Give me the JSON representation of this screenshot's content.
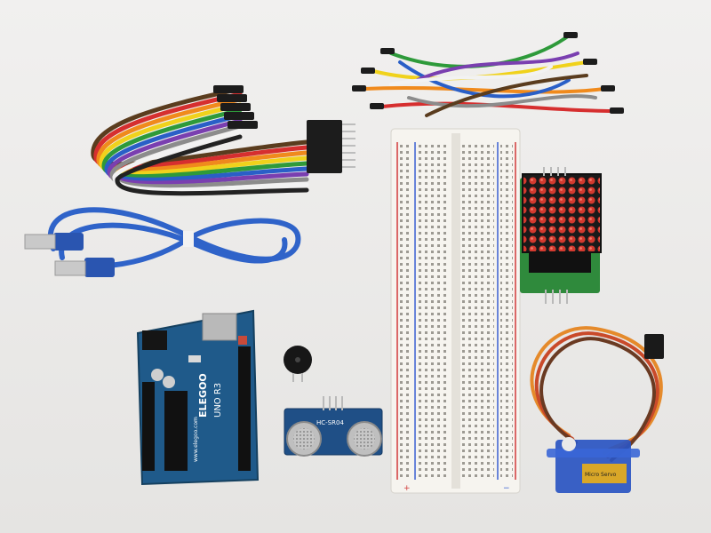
{
  "arduino": {
    "brand": "ELEGOO",
    "model": "UNO R3",
    "url": "www.elegoo.com"
  },
  "ultrasonic": {
    "label": "HC-SR04"
  },
  "breadboard": {
    "plus": "+",
    "minus": "−"
  },
  "servo": {
    "label": "Micro Servo"
  },
  "colors": {
    "background": "#ecebea",
    "pcb_blue": "#1f5a8a",
    "pcb_green": "#2f8a3c",
    "cable_blue": "#2f63c9",
    "breadboard": "#f6f4ef"
  }
}
